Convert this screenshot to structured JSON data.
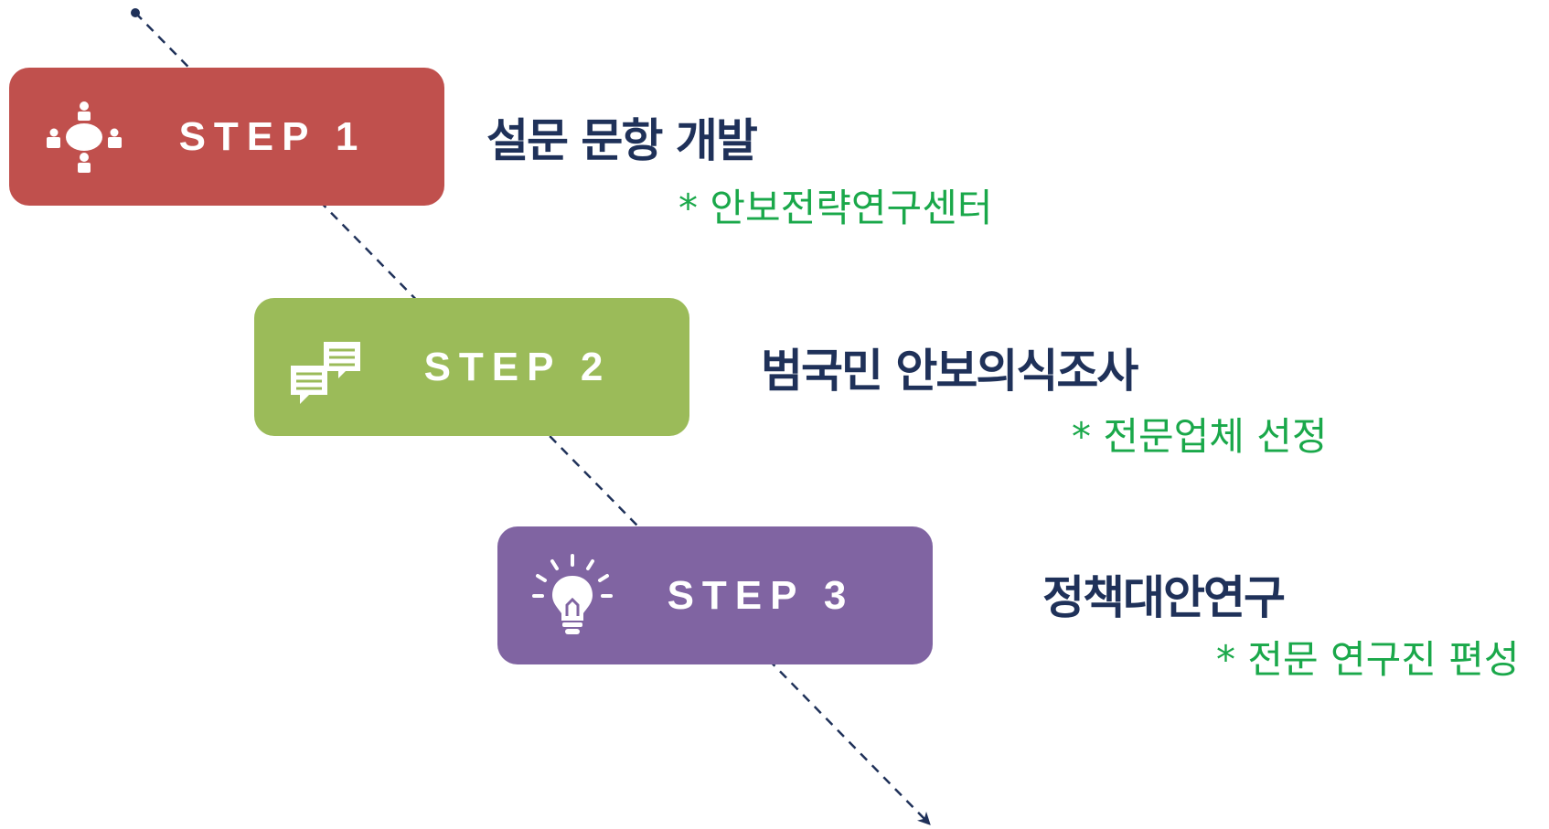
{
  "colors": {
    "step1": "#c0504d",
    "step2": "#9bbb59",
    "step3": "#8064a2",
    "title": "#1f3159",
    "note": "#1aa84a",
    "line": "#1f3159"
  },
  "steps": [
    {
      "label": "STEP 1",
      "icon": "meeting-table-icon",
      "title": "설문 문항 개발",
      "note": "* 안보전략연구센터"
    },
    {
      "label": "STEP 2",
      "icon": "speech-bubbles-icon",
      "title": "범국민 안보의식조사",
      "note": "* 전문업체 선정"
    },
    {
      "label": "STEP 3",
      "icon": "lightbulb-icon",
      "title": "정책대안연구",
      "note": "* 전문 연구진 편성"
    }
  ]
}
